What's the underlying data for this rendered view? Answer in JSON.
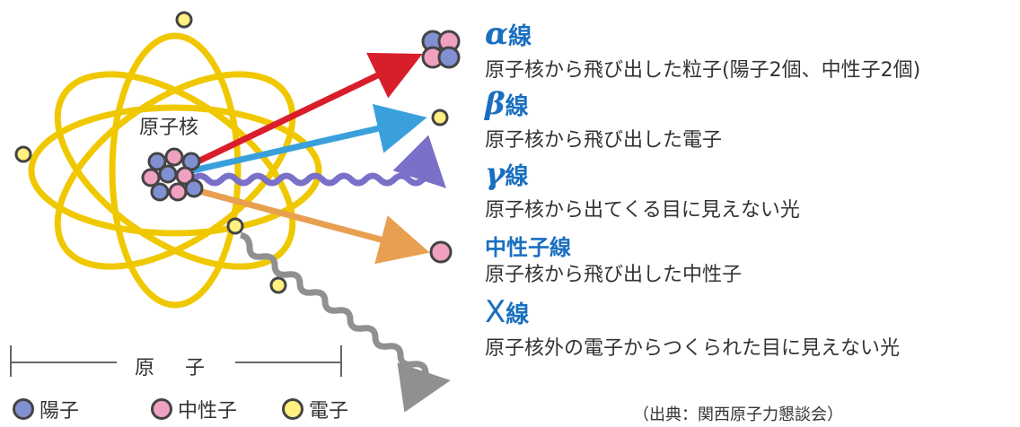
{
  "nucleus_label": "原子核",
  "atom_label": "原　子",
  "radiations": [
    {
      "symbol": "α",
      "suffix": "線",
      "description": "原子核から飛び出した粒子(陽子2個、中性子2個)"
    },
    {
      "symbol": "β",
      "suffix": "線",
      "description": "原子核から飛び出した電子"
    },
    {
      "symbol": "γ",
      "suffix": "線",
      "description": "原子核から出てくる目に見えない光"
    },
    {
      "symbol": "",
      "suffix": "中性子線",
      "description": "原子核から飛び出した中性子"
    },
    {
      "symbol": "X",
      "suffix": "線",
      "description": "原子核外の電子からつくられた目に見えない光"
    }
  ],
  "legend": [
    {
      "label": "陽子",
      "color": "#8090d0"
    },
    {
      "label": "中性子",
      "color": "#f0a0c0"
    },
    {
      "label": "電子",
      "color": "#fff080"
    }
  ],
  "source": "（出典：関西原子力懇談会）",
  "colors": {
    "orbit": "#f0c800",
    "title": "#1a6fc0",
    "alpha_arrow": "#d81e2a",
    "beta_arrow": "#3aa0dc",
    "gamma_wave": "#7a70c8",
    "neutron_arrow": "#e8a050",
    "xray_wave": "#909090",
    "proton": "#8090d0",
    "neutron": "#f0a0c0",
    "electron": "#fff080"
  }
}
